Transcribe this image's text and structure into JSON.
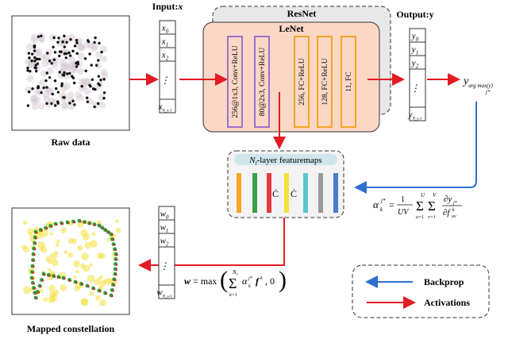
{
  "input": {
    "title": "Input:",
    "title_var": "x",
    "cells": [
      "x",
      "x",
      "x",
      "⋮",
      "x"
    ],
    "subs": [
      "0",
      "1",
      "2",
      "",
      "N_s-1"
    ]
  },
  "output": {
    "title": "Output:",
    "title_var": "y",
    "cells": [
      "y",
      "y",
      "y",
      "⋮",
      "y"
    ],
    "subs": [
      "0",
      "1",
      "2",
      "",
      "N_s-1"
    ]
  },
  "weights": {
    "cells": [
      "w",
      "w",
      "w",
      "⋮",
      "w"
    ],
    "subs": [
      "0",
      "1",
      "2",
      "",
      "N_s-1"
    ]
  },
  "resnet_label": "ResNet",
  "lenet_label": "LeNet",
  "layers": [
    {
      "text": "256@1x3, Conv+ReLU",
      "color": "#9b72c8"
    },
    {
      "text": "80@2x3, Conv+ReLU",
      "color": "#9b72c8"
    },
    {
      "text": "256, FC+ReLU",
      "color": "#f5a623"
    },
    {
      "text": "128, FC+ReLU",
      "color": "#f5a623"
    },
    {
      "text": "11, FC",
      "color": "#f5a623"
    }
  ],
  "raw_label": "Raw data",
  "mapped_label": "Mapped constellation",
  "featuremaps": {
    "title_var": "N",
    "title_sub": "l",
    "title_rest": "-layer featuremaps",
    "ellipsis": [
      "Ċ",
      "Ċ"
    ],
    "bars": [
      "#f5a623",
      "#3aa14b",
      "#e23b3b",
      "#f2e23a",
      "#59c7cf",
      "#9a9a9a",
      "#4a7fc8"
    ]
  },
  "argmax_label": "y",
  "argmax_sub": "arg max(y)",
  "argmax_sup": "j*",
  "alpha_formula": "α_k^j* = (1/UV) Σ_{u=1}^{U} Σ_{v=1}^{V} ∂y_j* / ∂f_uv^k",
  "w_formula": "w = max( Σ_{k=1}^{N_l} α_k^j* f^k , 0 )",
  "legend": {
    "backprop": "Backprop",
    "activations": "Activations",
    "backprop_color": "#2e6fd0",
    "activations_color": "#e31b23"
  }
}
